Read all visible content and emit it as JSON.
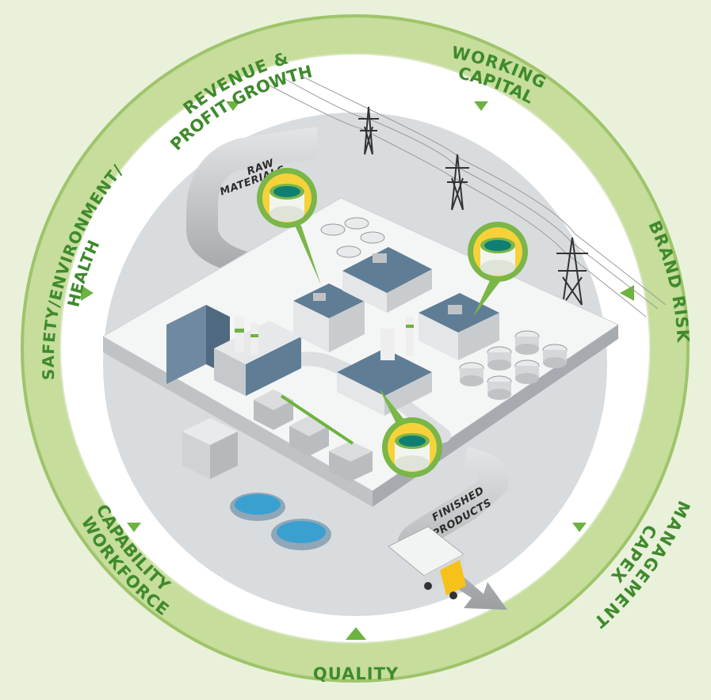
{
  "ring_labels": {
    "revenue": [
      "REVENUE &",
      "PROFIT GROWTH"
    ],
    "working_capital": [
      "WORKING",
      "CAPITAL"
    ],
    "brand_risk": "BRAND RISK",
    "capex": [
      "CAPEX",
      "MANAGEMENT"
    ],
    "quality": "QUALITY",
    "workforce": [
      "WORKFORCE",
      "CAPABILITY"
    ],
    "safety": [
      "SAFETY/ENVIRONMENT/",
      "HEALTH"
    ]
  },
  "flow_labels": {
    "raw_materials": [
      "RAW",
      "MATERIALS"
    ],
    "finished_products": [
      "FINISHED",
      "PRODUCTS"
    ]
  },
  "colors": {
    "ring": "#c6dd9c",
    "ring_edge": "#9fc46a",
    "text_green": "#3f8a2c",
    "arrow_green": "#6cb33f",
    "inner_disc": "#d9dcde",
    "platform": "#f4f5f5",
    "building_roof": "#5f7d95",
    "badge_green": "#7ab648",
    "badge_yellow": "#f6d23a"
  },
  "icons": [
    "fan-badge-icon",
    "factory-icon",
    "power-tower-icon",
    "truck-icon",
    "water-treatment-icon",
    "silo-icon",
    "tank-icon"
  ]
}
